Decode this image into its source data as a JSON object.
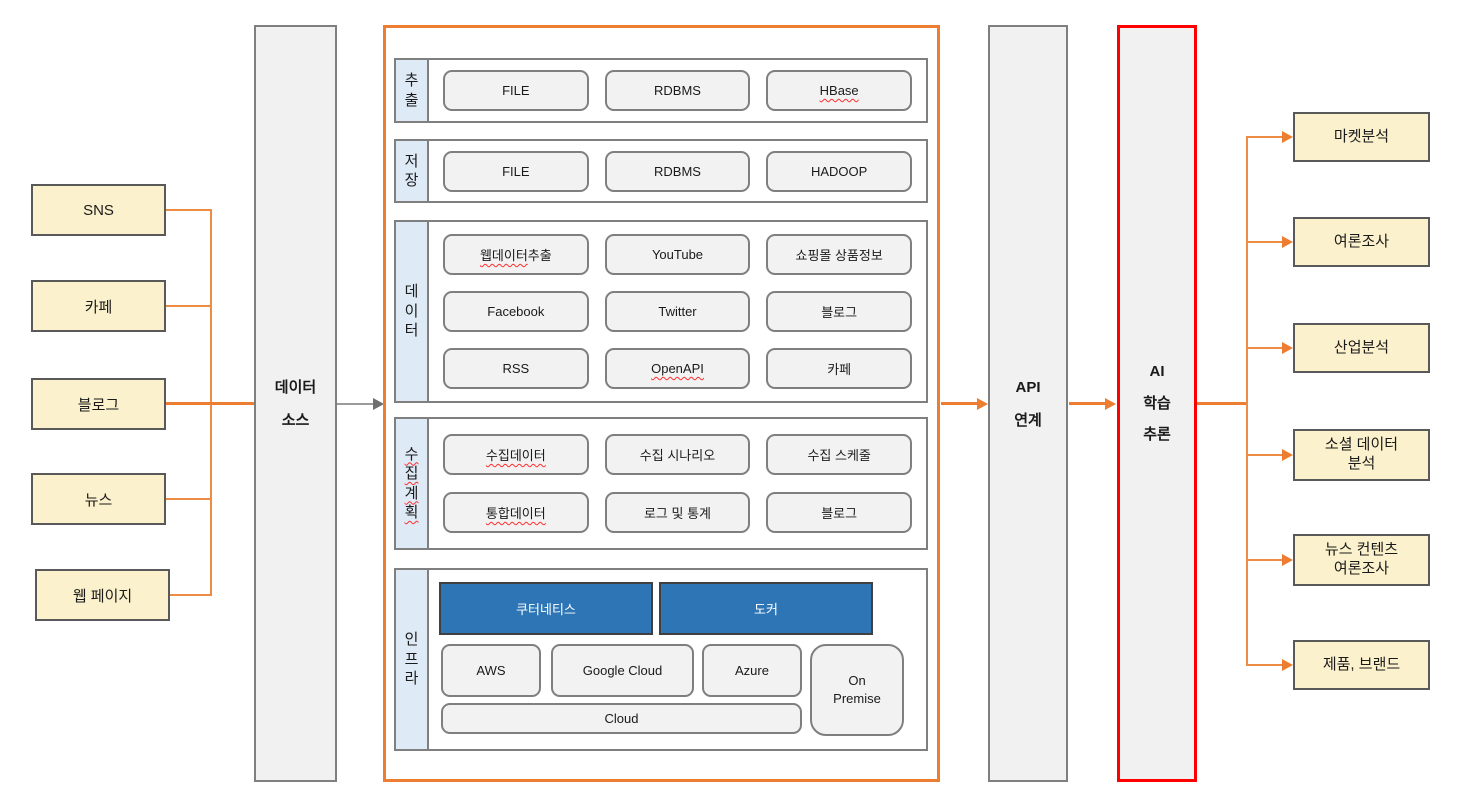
{
  "colors": {
    "accent_orange": "#ED7D31",
    "source_target_yellow": "#FCF1CD",
    "infra_blue": "#2E75B6",
    "row_label_blue": "#DEEAF6",
    "box_gray_fill": "#F1F1F1",
    "border_gray": "#7F7F7F",
    "ai_border_red": "#FF0000",
    "spellcheck_red": "#FF2D2D"
  },
  "sources": {
    "items": [
      {
        "label": "SNS"
      },
      {
        "label": "카페"
      },
      {
        "label": "블로그"
      },
      {
        "label": "뉴스"
      },
      {
        "label": "웹 페이지"
      }
    ],
    "hub": {
      "label": "데이터\n소스"
    }
  },
  "pipeline": {
    "rows": [
      {
        "label": "추\n출",
        "items": [
          {
            "label": "FILE"
          },
          {
            "label": "RDBMS"
          },
          {
            "label": "HBase"
          }
        ]
      },
      {
        "label": "저\n장",
        "items": [
          {
            "label": "FILE"
          },
          {
            "label": "RDBMS"
          },
          {
            "label": "HADOOP"
          }
        ]
      },
      {
        "label": "데\n이\n터",
        "items": [
          {
            "wavy_part": "웹데이터",
            "plain_part": " 추출"
          },
          {
            "label": "YouTube"
          },
          {
            "label": "쇼핑몰 상품정보"
          },
          {
            "label": "Facebook"
          },
          {
            "label": "Twitter"
          },
          {
            "label": "블로그"
          },
          {
            "label": "RSS"
          },
          {
            "label": "OpenAPI"
          },
          {
            "label": "카페"
          }
        ]
      },
      {
        "label": "수\n집\n계\n획",
        "items": [
          {
            "label": "수집데이터"
          },
          {
            "label": "수집 시나리오"
          },
          {
            "label": "수집 스케줄"
          },
          {
            "label": "통합데이터"
          },
          {
            "label": "로그 및 통계"
          },
          {
            "label": "블로그"
          }
        ]
      },
      {
        "label": "인\n프\n라",
        "infra": {
          "kubernetes": "쿠터네티스",
          "docker": "도커",
          "aws": "AWS",
          "google_cloud": "Google Cloud",
          "azure": "Azure",
          "on_premise": "On\nPremise",
          "cloud": "Cloud"
        }
      }
    ]
  },
  "api_link": {
    "label": "API\n연계"
  },
  "ai_inference": {
    "label": "AI\n학습\n추론"
  },
  "outputs": {
    "items": [
      {
        "label": "마켓분석"
      },
      {
        "label": "여론조사"
      },
      {
        "label": "산업분석"
      },
      {
        "label": "소셜 데이터\n분석"
      },
      {
        "label": "뉴스 컨텐츠\n여론조사"
      },
      {
        "label": "제품, 브랜드"
      }
    ]
  }
}
